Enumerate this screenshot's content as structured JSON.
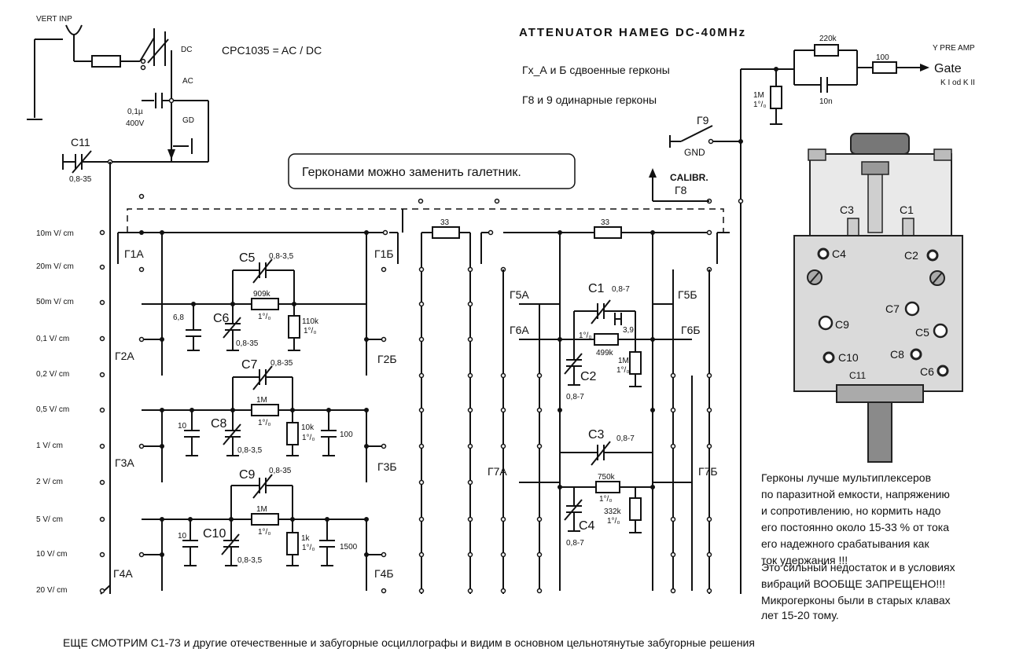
{
  "title": "ATTENUATOR HAMEG DC-40MHz",
  "relay_note": "CPC1035 = AC / DC",
  "notes": {
    "dual": "Гх_А и Б сдвоенные герконы",
    "single": "Г8 и 9 одинарные герконы",
    "callout": "Герконами можно заменить галетник.",
    "paragraph": [
      "Герконы лучше мультиплексеров",
      "по паразитной емкости, напряжению",
      "и сопротивлению, но кормить надо",
      "его постоянно около 15-33 % от тока",
      "его надежного срабатывания как",
      "ток удержания !!!",
      "Это сильный недостаток и в условиях",
      " вибраций ВООБЩЕ ЗАПРЕЩЕНО!!!",
      "Микрогерконы были в старых клавах",
      "лет 15-20 тому."
    ],
    "footer": "ЕЩЕ СМОТРИМ  С1-73 и другие отечественные и забугорные осциллографы и видим  в основном цельнотянутые забугорные решения"
  },
  "input": {
    "label": "VERT INP",
    "modes": [
      "DC",
      "AC",
      "GD"
    ],
    "cap_value": "0,1µ",
    "cap_voltage": "400V",
    "trim_label": "C11",
    "trim_value": "0,8-35"
  },
  "ranges": [
    "10m  V/ cm",
    "20m  V/ cm",
    "50m  V/ cm",
    "0,1   V/ cm",
    "0,2   V/ cm",
    "0,5   V/ cm",
    "1     V/ cm",
    "2     V/ cm",
    "5     V/ cm",
    "10    V/ cm",
    "20    V/ cm"
  ],
  "relays_left": [
    "Г1А",
    "Г2А",
    "Г3А",
    "Г4А"
  ],
  "relays_mid": [
    "Г1Б",
    "Г2Б",
    "Г3Б",
    "Г4Б"
  ],
  "relays_right_a": [
    "Г5А",
    "Г6А",
    "Г7А"
  ],
  "relays_right_b": [
    "Г5Б",
    "Г6Б",
    "Г7Б"
  ],
  "stages": [
    {
      "cap": "C5",
      "cap_val": "0,8-3,5",
      "res": "909k",
      "tol": "1°/₀",
      "trim": "C6",
      "trim_val": "0,8-35",
      "shunt_c": "6,8",
      "shunt_r": "110k",
      "shunt_r_tol": "1°/₀",
      "extra_c": ""
    },
    {
      "cap": "C7",
      "cap_val": "0,8-35",
      "res": "1M",
      "tol": "1°/₀",
      "trim": "C8",
      "trim_val": "0,8-3,5",
      "shunt_c": "10",
      "shunt_r": "10k",
      "shunt_r_tol": "1°/₀",
      "extra_c": "100"
    },
    {
      "cap": "C9",
      "cap_val": "0,8-35",
      "res": "1M",
      "tol": "1°/₀",
      "trim": "C10",
      "trim_val": "0,8-3,5",
      "shunt_c": "10",
      "shunt_r": "1k",
      "shunt_r_tol": "1°/₀",
      "extra_c": "1500"
    }
  ],
  "series_res": "33",
  "right_stages": [
    {
      "cap": "C1",
      "cap_val": "0,8-7",
      "extra": "3,9",
      "res": "499k",
      "tol": "1°/₀",
      "trim": "C2",
      "trim_val": "0,8-7",
      "shunt_r": "1M",
      "shunt_r_tol": "1°/₀"
    },
    {
      "cap": "C3",
      "cap_val": "0,8-7",
      "res": "750k",
      "tol": "1°/₀",
      "trim": "C4",
      "trim_val": "0,8-7",
      "shunt_r": "332k",
      "shunt_r_tol": "1°/₀"
    }
  ],
  "output": {
    "r_top": "220k",
    "r_series": "100",
    "c_bypass": "10n",
    "r_shunt": "1M",
    "r_shunt_tol": "1°/₀",
    "label": "Y PRE AMP",
    "gate": "Gate",
    "gate_sub": "K I od K II",
    "g9": "Г9",
    "gnd": "GND",
    "calib": "CALIBR.",
    "g8": "Г8"
  },
  "photo_labels": [
    "C3",
    "C1",
    "C4",
    "C2",
    "C7",
    "C9",
    "C5",
    "C10",
    "C8",
    "C11",
    "C6"
  ]
}
